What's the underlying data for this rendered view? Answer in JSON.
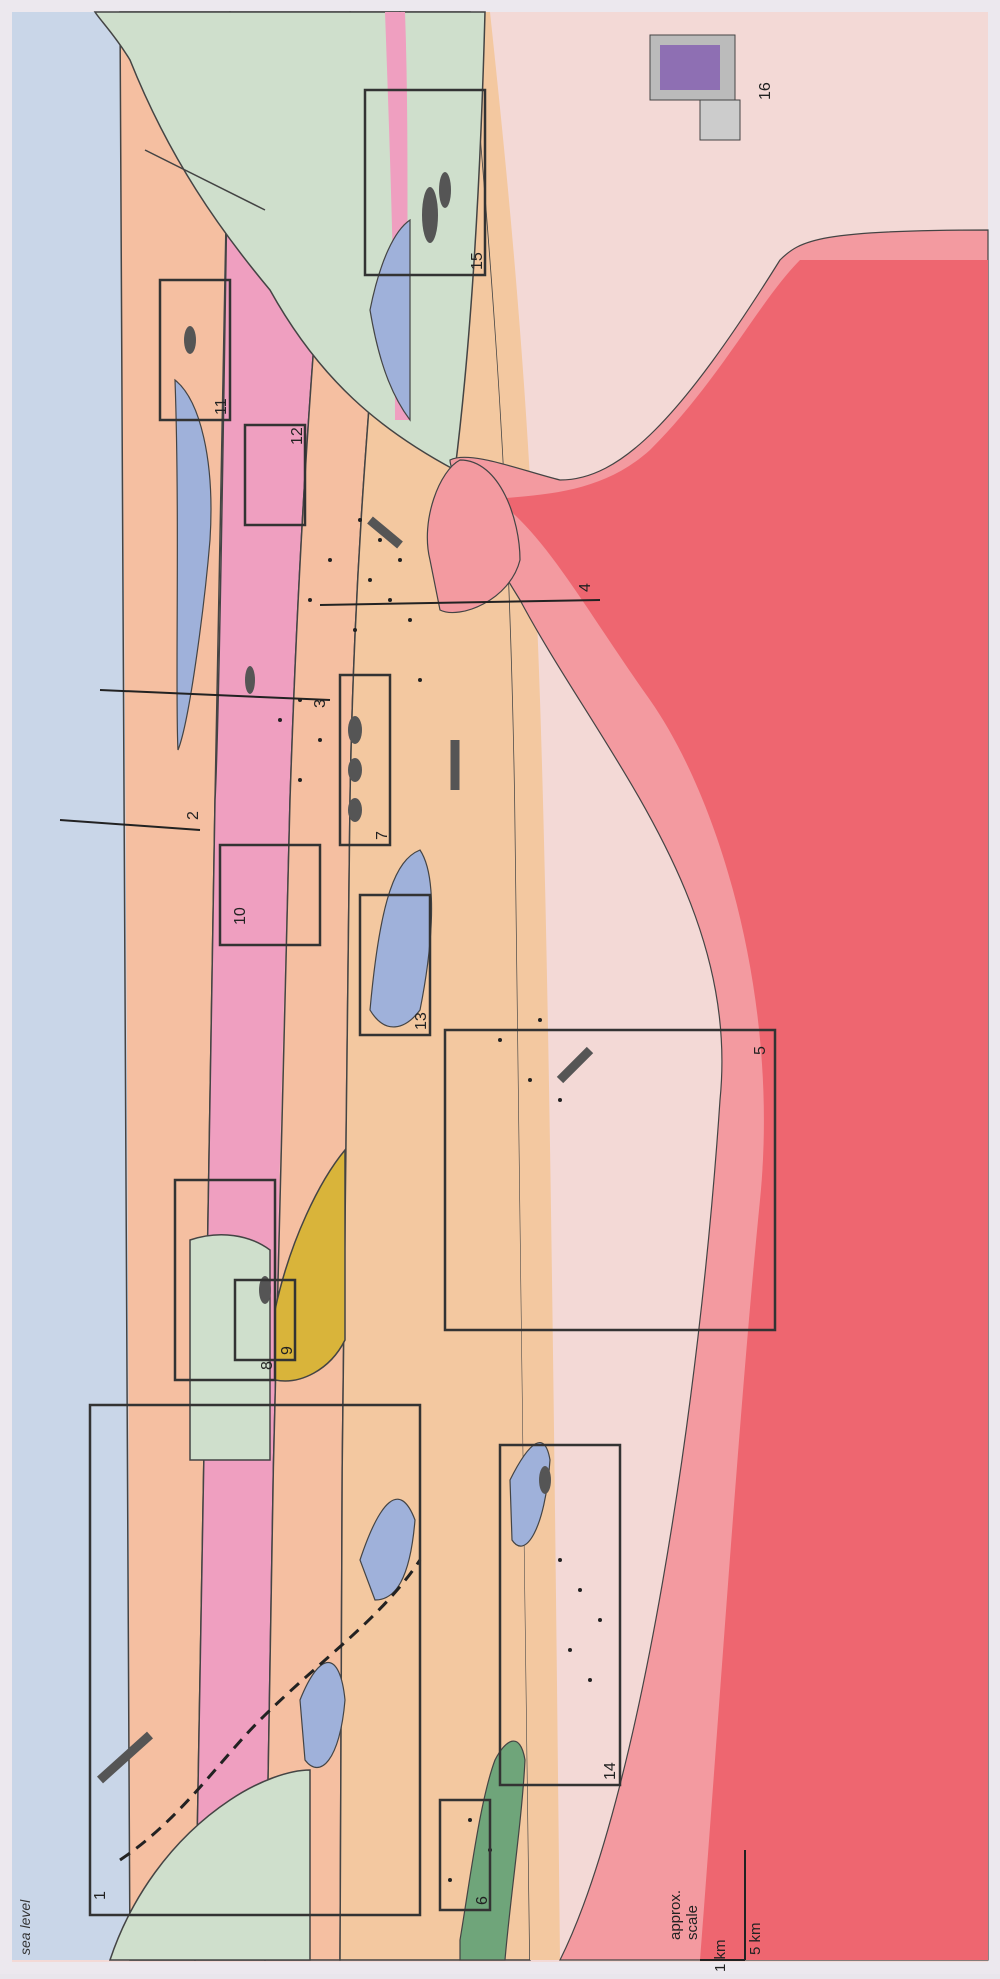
{
  "diagram": {
    "sea_level_label": "sea level",
    "scale": {
      "approx_label_line1": "approx.",
      "approx_label_line2": "scale",
      "vertical_label": "1 km",
      "horizontal_label": "5 km"
    },
    "box_labels": [
      "1",
      "2",
      "3",
      "4",
      "5",
      "6",
      "7",
      "8",
      "9",
      "10",
      "11",
      "12",
      "13",
      "14",
      "15",
      "16"
    ],
    "icon": "computer-icon",
    "colors": {
      "sky": "#c9d6e8",
      "background": "#f3d9d6",
      "salmon": "#f5bfa1",
      "pink": "#ef9fc0",
      "tan": "#f3c8a0",
      "greygreen": "#cfdfcc",
      "blue": "#9fb1da",
      "gold": "#d9b43a",
      "darkgreen": "#6fa57a",
      "red_outer": "#f39aa0",
      "red_inner": "#ee6670"
    }
  }
}
